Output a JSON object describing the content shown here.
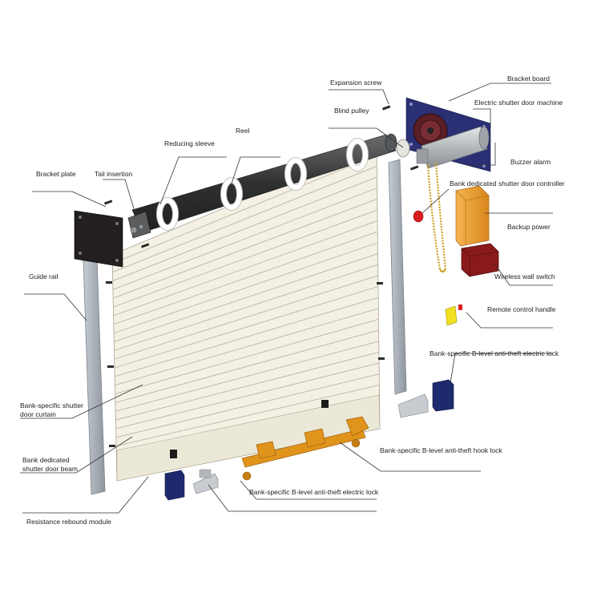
{
  "labels": {
    "expansion_screw": "Expansion screw",
    "bracket_board": "Bracket board",
    "blind_pulley": "Blind pulley",
    "electric_shutter_door_machine": "Electric shutter door machine",
    "reel": "Reel",
    "reducing_sleeve": "Reducing sleeve",
    "buzzer_alarm": "Buzzer alarm",
    "bracket_plate": "Bracket plate",
    "tail_insertion": "Tail insertion",
    "bank_dedicated_shutter_door_controller": "Bank dedicated shutter door controller",
    "backup_power": "Backup power",
    "guide_rail": "Guide rail",
    "wireless_wall_switch": "Wireless wall switch",
    "remote_control_handle": "Remote control handle",
    "b_level_electric_lock_right": "Bank-specific B-level anti-theft electric lock",
    "door_curtain_line1": "Bank-specific shutter",
    "door_curtain_line2": "door curtain",
    "door_beam_line1": "Bank dedicated",
    "door_beam_line2": "shutter door beam",
    "b_level_hook_lock": "Bank-specific B-level anti-theft hook lock",
    "b_level_electric_lock_bottom": "Bank-specific B-level anti-theft electric lock",
    "resistance_rebound_module": "Resistance rebound module"
  },
  "colors": {
    "curtain": "#f4f1e4",
    "curtain_line": "#b9b5a5",
    "rail": "#aab2ba",
    "reel": "#3a3c3e",
    "bracket_plate": "#231f20",
    "bracket_board": "#2b3075",
    "motor": "#bfc3c7",
    "chain": "#c8a020",
    "buzzer": "#d81e1e",
    "controller": "#f0a232",
    "backup_power": "#8a1a1a",
    "remote": "#f0e020",
    "lock_box": "#1d2a6e",
    "hook_lock": "#e0941c",
    "sleeve": "#f2f2ee"
  }
}
